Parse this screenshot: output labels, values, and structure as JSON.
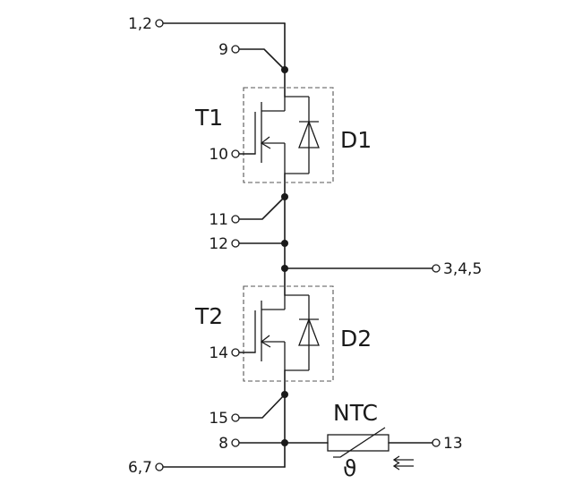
{
  "components": {
    "t1": "T1",
    "d1": "D1",
    "t2": "T2",
    "d2": "D2",
    "ntc": "NTC",
    "theta": "ϑ"
  },
  "pins": {
    "p12": "1,2",
    "p9": "9",
    "p10": "10",
    "p11": "11",
    "p12b": "12",
    "p345": "3,4,5",
    "p14": "14",
    "p15": "15",
    "p8": "8",
    "p67": "6,7",
    "p13": "13"
  }
}
